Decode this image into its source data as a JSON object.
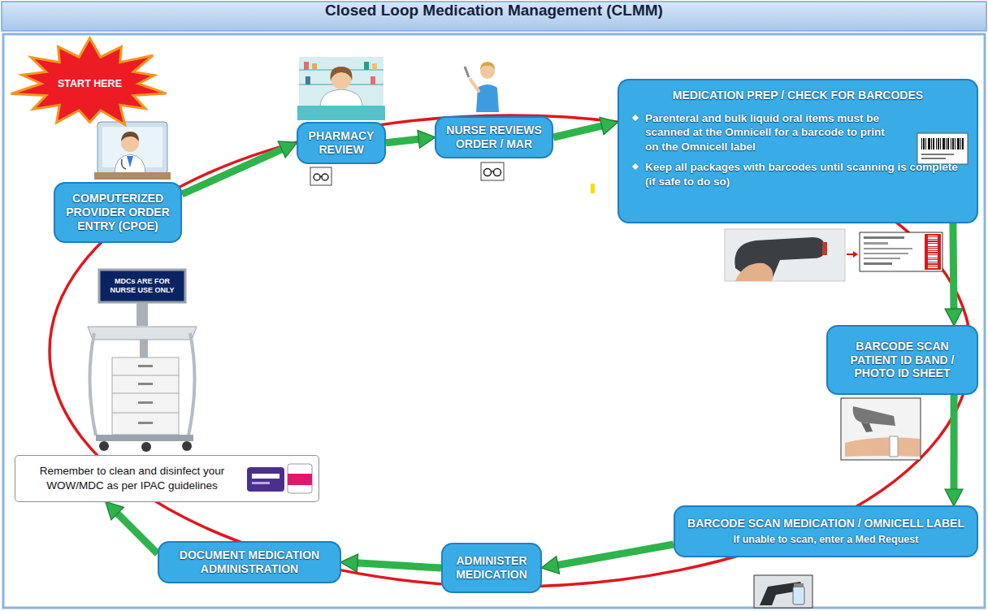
{
  "diagram": {
    "title": "Closed Loop Medication Management (CLMM)",
    "nodes": [
      {
        "text": [
          "START HERE"
        ]
      },
      {
        "text": [
          "COMPUTERIZED PROVIDER ORDER ENTRY (CPOE)"
        ]
      },
      {
        "text": [
          "PHARMACY REVIEW"
        ]
      },
      {
        "text": [
          "NURSE REVIEWS ORDER / MAR"
        ]
      },
      {
        "text": [
          "MEDICATION PREP / CHECK FOR BARCODES",
          "Parenteral and bulk liquid oral items must be scanned at the Omnicell for a barcode to print on the Omnicell label",
          "Keep all packages with barcodes until scanning is complete (if safe to do so)"
        ]
      },
      {
        "text": [
          "BARCODE SCAN PATIENT ID BAND / PHOTO ID SHEET"
        ]
      },
      {
        "text": [
          "BARCODE SCAN MEDICATION / OMNICELL LABEL",
          "If unable to scan, enter a Med Request"
        ]
      },
      {
        "text": [
          "ADMINISTER MEDICATION"
        ]
      },
      {
        "text": [
          "DOCUMENT MEDICATION ADMINISTRATION"
        ]
      },
      {
        "text": [
          "Remember to clean and disinfect your WOW/MDC as per IPAC guidelines"
        ]
      }
    ],
    "edges": [
      {
        "from": 1,
        "to": 2,
        "arrow": "to"
      },
      {
        "from": 2,
        "to": 3,
        "arrow": "to"
      },
      {
        "from": 3,
        "to": 4,
        "arrow": "to"
      },
      {
        "from": 4,
        "to": 5,
        "arrow": "to"
      },
      {
        "from": 5,
        "to": 6,
        "arrow": "to"
      },
      {
        "from": 6,
        "to": 7,
        "arrow": "to"
      },
      {
        "from": 7,
        "to": 8,
        "arrow": "to"
      },
      {
        "from": 8,
        "to": 9,
        "arrow": "to"
      }
    ],
    "labels": [
      "MDCs ARE FOR NURSE USE ONLY"
    ]
  }
}
